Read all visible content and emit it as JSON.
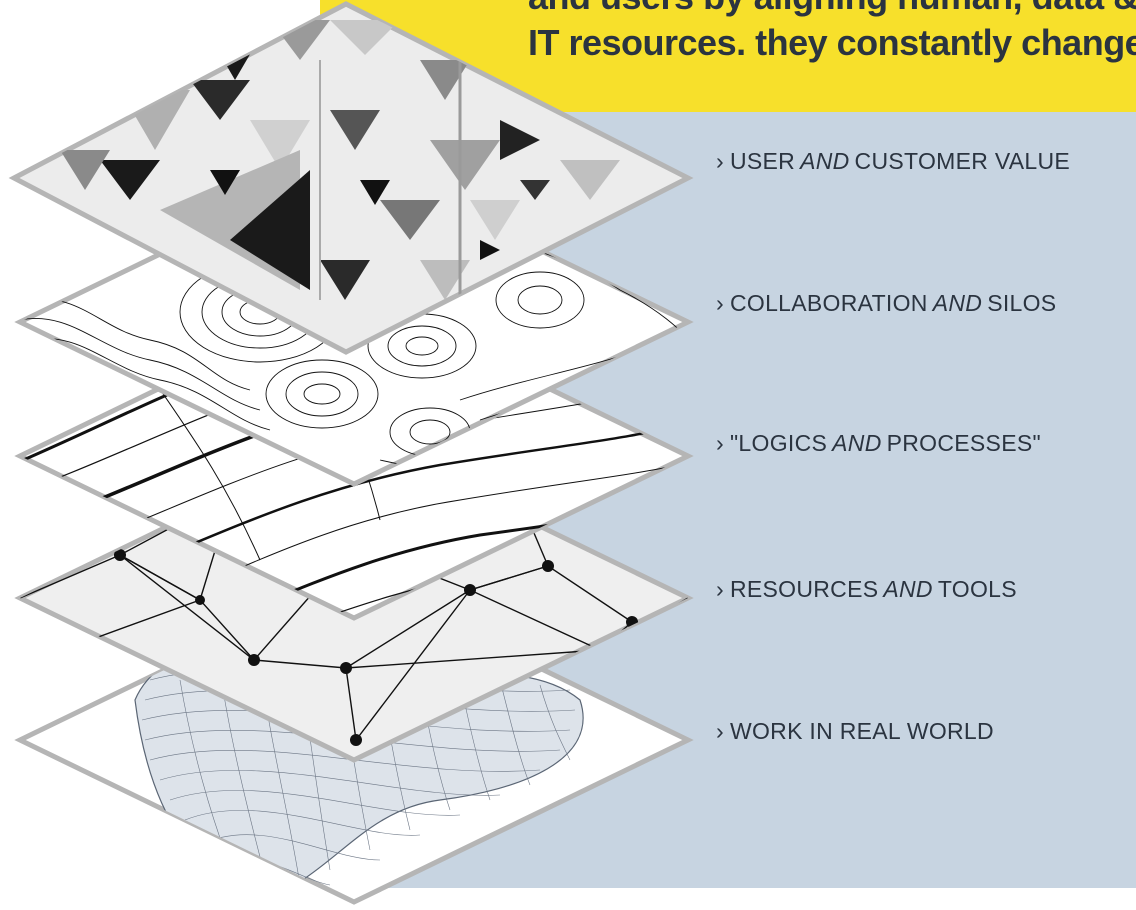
{
  "intro": {
    "lines": [
      "and users by aligning human, data &",
      "IT resources. they constantly change."
    ]
  },
  "layers": [
    {
      "chevron": "›",
      "before": "USER",
      "conj": "AND",
      "after": "CUSTOMER VALUE",
      "pattern": "triangles-icon"
    },
    {
      "chevron": "›",
      "before": "COLLABORATION",
      "conj": "AND",
      "after": "SILOS",
      "pattern": "contour-lines-icon"
    },
    {
      "chevron": "›",
      "before": "\"LOGICS",
      "conj": "AND",
      "after": "PROCESSES\"",
      "pattern": "flow-lines-icon"
    },
    {
      "chevron": "›",
      "before": "RESOURCES",
      "conj": "AND",
      "after": "TOOLS",
      "pattern": "network-nodes-icon"
    },
    {
      "chevron": "›",
      "before": "WORK IN REAL WORLD",
      "conj": "",
      "after": "",
      "pattern": "wireframe-mesh-icon"
    }
  ],
  "colors": {
    "panel": "#c7d4e1",
    "highlight": "#f7e02b",
    "text": "#2b3440",
    "plate_fill": "#eeeeee",
    "plate_border": "#b5b5b5"
  }
}
